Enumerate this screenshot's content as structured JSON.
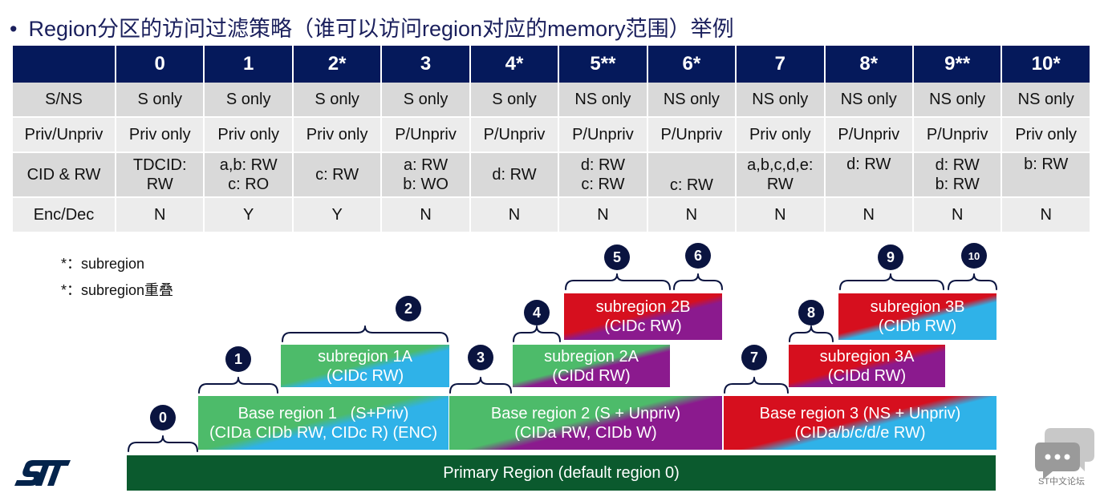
{
  "title": "Region分区的访问过滤策略（谁可以访问region对应的memory范围）举例",
  "bullet": "•",
  "table": {
    "headers": [
      "",
      "0",
      "1",
      "2*",
      "3",
      "4*",
      "5**",
      "6*",
      "7",
      "8*",
      "9**",
      "10*"
    ],
    "rows": {
      "sns": {
        "label": "S/NS",
        "cells": [
          "S only",
          "S only",
          "S only",
          "S only",
          "S only",
          "NS only",
          "NS only",
          "NS only",
          "NS only",
          "NS only",
          "NS only"
        ]
      },
      "priv": {
        "label": "Priv/Unpriv",
        "cells": [
          "Priv only",
          "Priv only",
          "Priv only",
          "P/Unpriv",
          "P/Unpriv",
          "P/Unpriv",
          "P/Unpriv",
          "Priv only",
          "P/Unpriv",
          "P/Unpriv",
          "Priv only"
        ]
      },
      "cid": {
        "label": "CID & RW",
        "cells": [
          [
            "TDCID:",
            "RW"
          ],
          [
            "a,b: RW",
            "c: RO"
          ],
          [
            "c: RW"
          ],
          [
            "a: RW",
            "b: WO"
          ],
          [
            "d: RW"
          ],
          [
            "d: RW",
            "c: RW"
          ],
          [
            "c: RW"
          ],
          [
            "a,b,c,d,e:",
            "RW"
          ],
          [
            "d: RW"
          ],
          [
            "d: RW",
            "b: RW"
          ],
          [
            "b: RW"
          ]
        ]
      },
      "enc": {
        "label": "Enc/Dec",
        "cells": [
          "N",
          "Y",
          "Y",
          "N",
          "N",
          "N",
          "N",
          "N",
          "N",
          "N",
          "N"
        ]
      }
    }
  },
  "notes": {
    "single": "*：subregion",
    "double": "*：subregion重叠"
  },
  "diagram": {
    "primary": "Primary Region (default region 0)",
    "base1": [
      "Base region 1   (S+Priv)",
      "(CIDa CIDb RW, CIDc R) (ENC)"
    ],
    "base2": [
      "Base region 2 (S + Unpriv)",
      "(CIDa RW, CIDb W)"
    ],
    "base3": [
      "Base region 3 (NS + Unpriv)",
      "(CIDa/b/c/d/e RW)"
    ],
    "sub1a": [
      "subregion 1A",
      "(CIDc RW)"
    ],
    "sub2a": [
      "subregion 2A",
      "(CIDd RW)"
    ],
    "sub2b": [
      "subregion 2B",
      "(CIDc RW)"
    ],
    "sub3a": [
      "subregion 3A",
      "(CIDd RW)"
    ],
    "sub3b": [
      "subregion 3B",
      "(CIDb RW)"
    ],
    "badges": [
      "0",
      "1",
      "2",
      "3",
      "4",
      "5",
      "6",
      "7",
      "8",
      "9",
      "10"
    ]
  },
  "colors": {
    "header_navy": "#05195b",
    "s_only": "#2e8b2e",
    "ns_only": "#c00000",
    "priv_only": "#1aa3e0",
    "primary_green": "#0b5a2e",
    "green": "#4dbb6a",
    "blue": "#2fb2e8",
    "purple": "#8b1a8e",
    "red": "#d60f1e"
  },
  "footer": {
    "logo_icon": "st-logo-icon",
    "forum_icon": "chat-bubble-icon",
    "forum_label": "ST中文论坛"
  }
}
